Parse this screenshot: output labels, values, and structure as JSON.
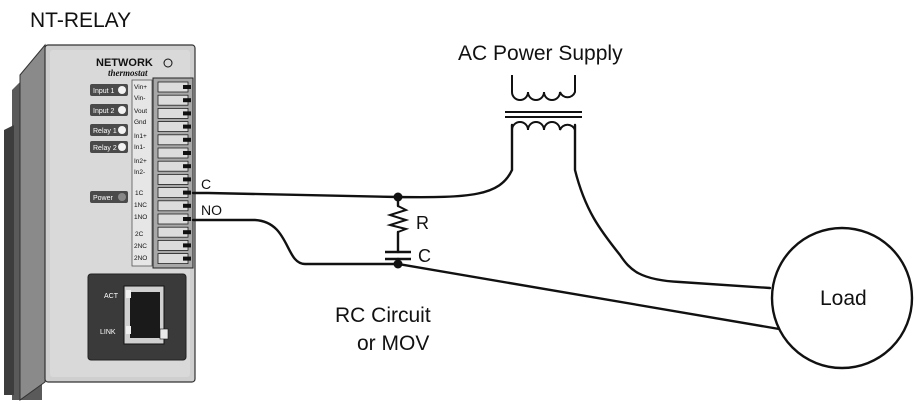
{
  "device": {
    "title": "NT-RELAY",
    "brand_line1": "NETWORK",
    "brand_line2": "thermostat",
    "indicators": [
      "Input 1",
      "Input 2",
      "Relay 1",
      "Relay 2",
      "Power"
    ],
    "terminals": [
      "Vin+",
      "Vin-",
      "Vout",
      "Gnd",
      "In1+",
      "In1-",
      "In2+",
      "In2-",
      "1C",
      "1NC",
      "1NO",
      "2C",
      "2NC",
      "2NO"
    ],
    "port_labels": [
      "ACT",
      "LINK"
    ]
  },
  "labels": {
    "c_wire": "C",
    "no_wire": "NO",
    "supply": "AC Power Supply",
    "resistor": "R",
    "capacitor": "C",
    "rc_line1": "RC Circuit",
    "rc_line2": "or MOV",
    "load": "Load"
  },
  "colors": {
    "wire": "#111111",
    "device_body": "#c8c8c8",
    "device_shadow": "#555555",
    "indicator_bg": "#4a4a4a",
    "led": "#f2f2f2"
  }
}
